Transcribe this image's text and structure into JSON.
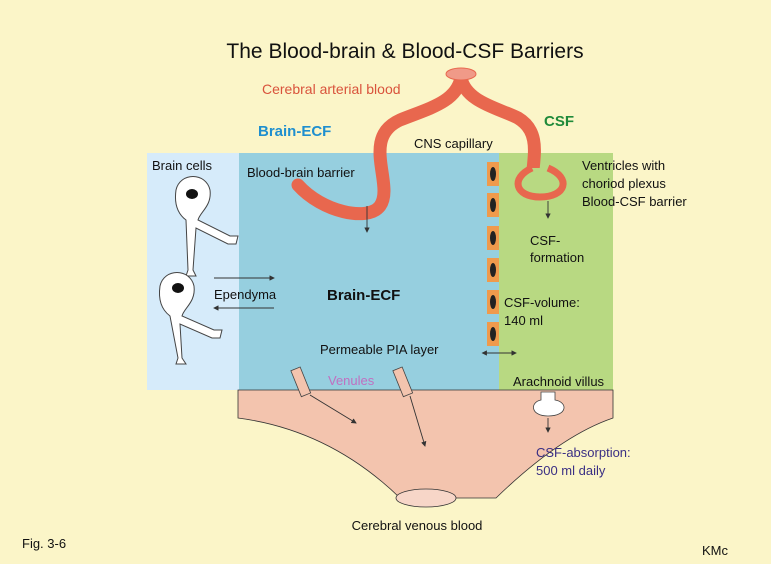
{
  "title": "The Blood-brain & Blood-CSF Barriers",
  "labels": {
    "cerebral_arterial_blood": "Cerebral arterial blood",
    "brain_ecf_heading": "Brain-ECF",
    "csf_heading": "CSF",
    "cns_capillary": "CNS capillary",
    "brain_cells": "Brain cells",
    "blood_brain_barrier": "Blood-brain barrier",
    "ventricles_line1": "Ventricles with",
    "ventricles_line2": "choriod plexus",
    "ventricles_line3": "Blood-CSF barrier",
    "csf_formation_line1": "CSF-",
    "csf_formation_line2": "formation",
    "ependyma": "Ependyma",
    "brain_ecf_center": "Brain-ECF",
    "csf_volume_line1": "CSF-volume:",
    "csf_volume_line2": "140 ml",
    "permeable_pia": "Permeable PIA layer",
    "venules": "Venules",
    "arachnoid_villus": "Arachnoid villus",
    "csf_absorption_line1": "CSF-absorption:",
    "csf_absorption_line2": "500 ml daily",
    "cerebral_venous_blood": "Cerebral venous blood",
    "fig": "Fig. 3-6",
    "author": "KMc"
  },
  "colors": {
    "background": "#fbf5c8",
    "brain_cells_panel": "#d6ebfa",
    "brain_ecf_panel": "#96cfdf",
    "csf_panel": "#b8d982",
    "artery": "#e8674e",
    "venous": "#f3c4ae",
    "blue_heading": "#1f8fcf",
    "green_heading": "#1f8a3a",
    "red_label": "#d9533c",
    "purple_label": "#3a2f84",
    "pink_label": "#c070c0"
  }
}
